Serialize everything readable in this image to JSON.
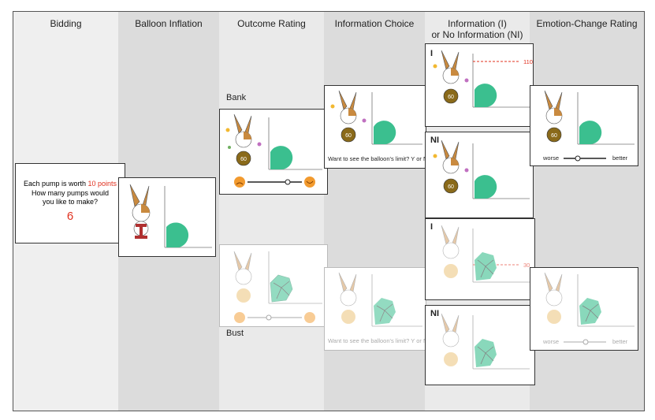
{
  "columns": [
    {
      "title": "Bidding",
      "shade": "#efefef"
    },
    {
      "title": "Balloon Inflation",
      "shade": "#dedede"
    },
    {
      "title": "Outcome Rating",
      "shade": "#ececec"
    },
    {
      "title": "Information Choice",
      "shade": "#dedede"
    },
    {
      "title": "Information (I)\nor No Information (NI)",
      "shade": "#ececec"
    },
    {
      "title": "Emotion-Change Rating",
      "shade": "#dedede"
    }
  ],
  "bidding": {
    "line1_prefix": "Each pump is worth ",
    "line1_points": "10 points",
    "line2": "How many pumps would you like to make?",
    "number": "6"
  },
  "labels": {
    "bank": "Bank",
    "bust": "Bust",
    "info": "I",
    "no_info": "NI",
    "limit_bank": "110",
    "limit_bust": "30"
  },
  "prompt": "Want to see the balloon's limit? Y or N",
  "scale": {
    "worse": "worse",
    "better": "better"
  },
  "coin": "60",
  "colors": {
    "balloon": "#3bbf8f",
    "red": "#e0301e",
    "orange": "#f29a2e",
    "bunny": "#c98a3f"
  }
}
